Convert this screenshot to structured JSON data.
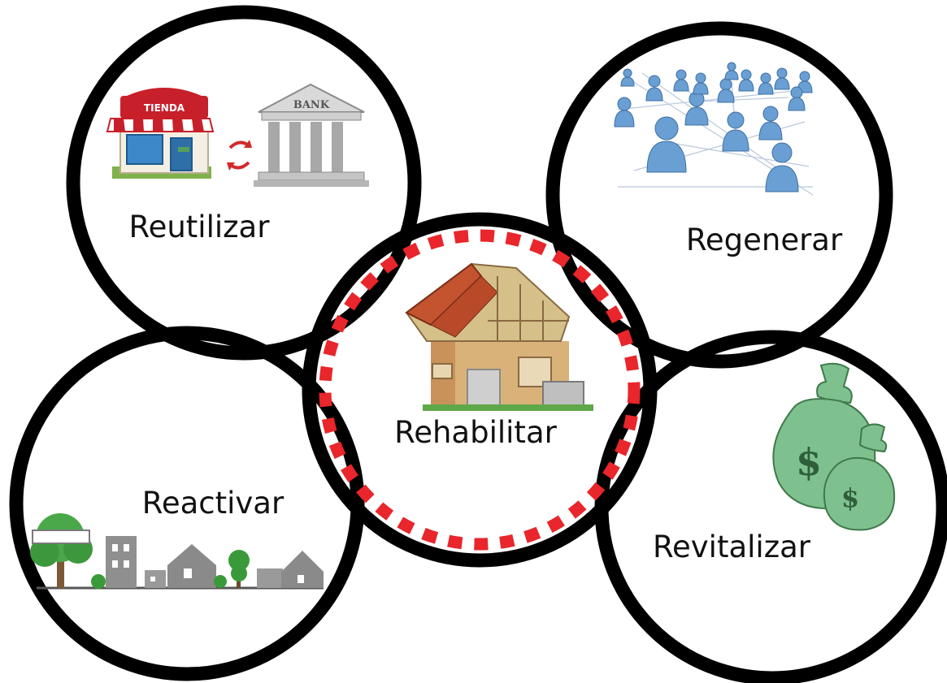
{
  "labels": {
    "reutilizar": "Reutilizar",
    "regenerar": "Regenerar",
    "rehabilitar": "Rehabilitar",
    "reactivar": "Reactivar",
    "revitalizar": "Revitalizar"
  },
  "images": {
    "shop_sign": "TIENDA",
    "bank_sign": "BANK",
    "money_symbol": "$"
  },
  "colors": {
    "ring": "#000000",
    "dashed_ring": "#e8262b",
    "people": "#6a9fd3",
    "money_bag": "#7fc08f"
  }
}
